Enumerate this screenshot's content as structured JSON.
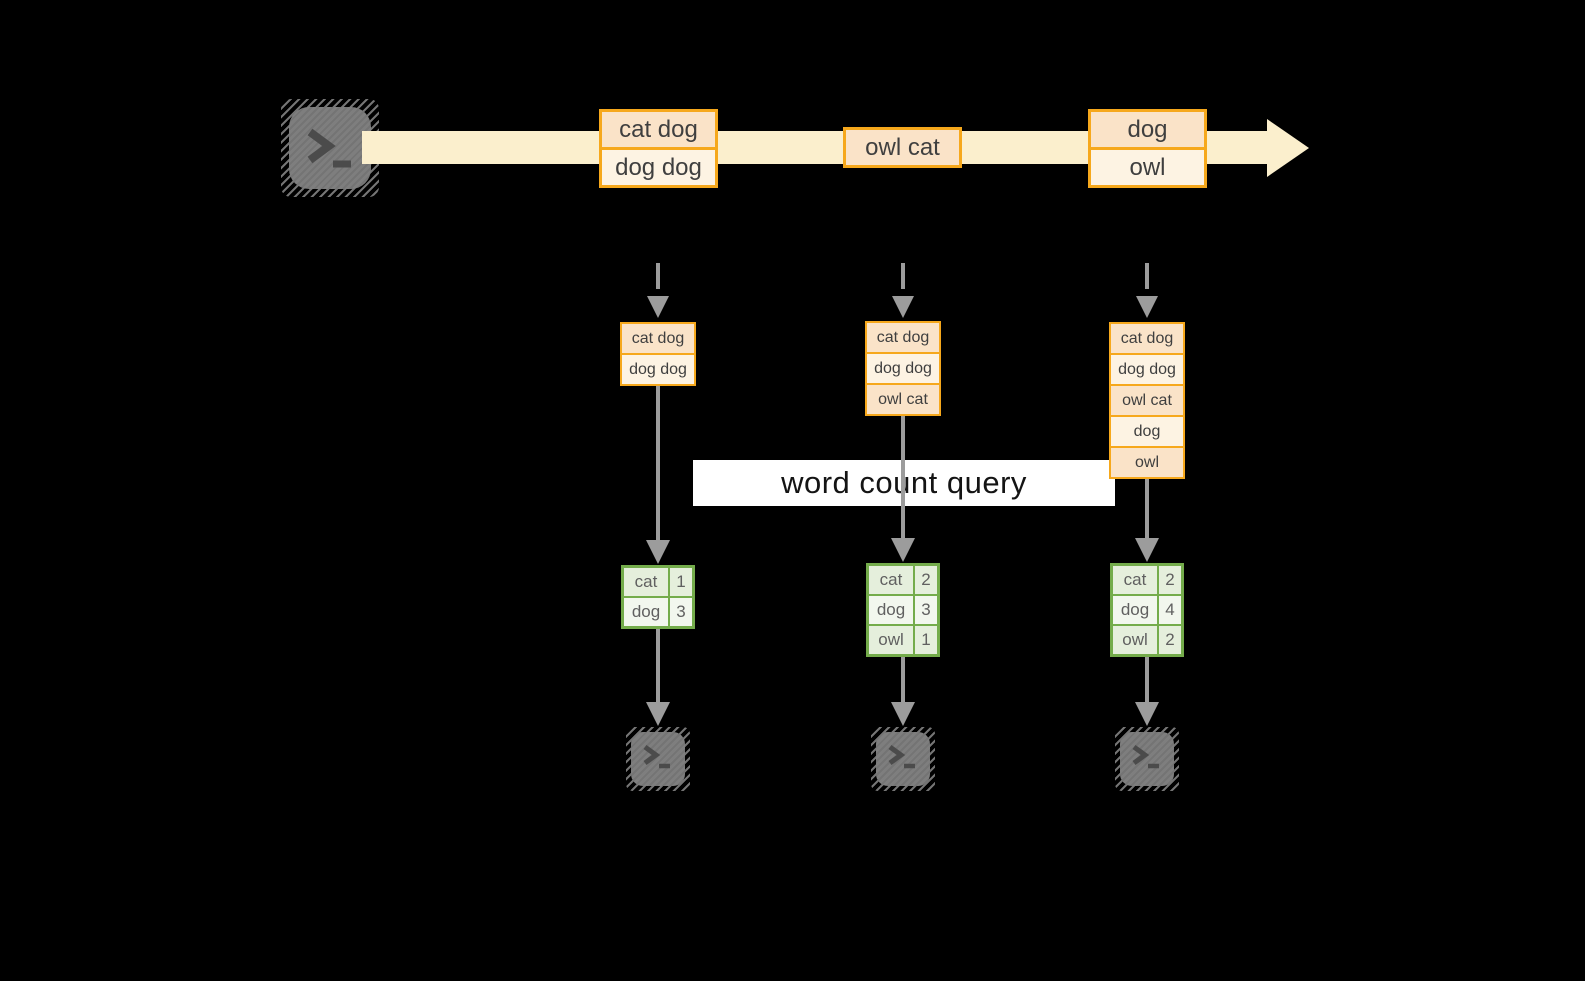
{
  "canvas": {
    "background": "#000000"
  },
  "colors": {
    "background": "#000000",
    "amber": "#F6A81C",
    "peach": "#FAE3C8",
    "cream": "#FDF3E3",
    "stream_band": "#FBEFCD",
    "green": "#74AC4B",
    "green_dark_cell": "#E5EFDC",
    "green_light_cell": "#F2F7EE",
    "arrow_gray": "#9C9C9C",
    "terminal_gray": "#7A7A7A",
    "terminal_glyph_gray": "#4B4B4B",
    "text_dark": "#3F3F3F",
    "count_text": "#606060",
    "query_bg": "#FFFFFF",
    "query_text": "#141414"
  },
  "icons": {
    "source_terminal": "terminal-icon",
    "sink_terminal": "terminal-icon",
    "prompt_glyph": ">_",
    "stream_arrow": "arrow-right-icon",
    "flow_arrow": "arrow-down-icon"
  },
  "stream": {
    "events": [
      {
        "rows": [
          "cat dog",
          "dog dog"
        ]
      },
      {
        "rows": [
          "owl cat"
        ]
      },
      {
        "rows": [
          "dog",
          "owl"
        ]
      }
    ]
  },
  "query": {
    "label": "word count query"
  },
  "columns": [
    {
      "state": [
        "cat dog",
        "dog dog"
      ],
      "counts": [
        {
          "word": "cat",
          "count": 1
        },
        {
          "word": "dog",
          "count": 3
        }
      ]
    },
    {
      "state": [
        "cat dog",
        "dog dog",
        "owl cat"
      ],
      "counts": [
        {
          "word": "cat",
          "count": 2
        },
        {
          "word": "dog",
          "count": 3
        },
        {
          "word": "owl",
          "count": 1
        }
      ]
    },
    {
      "state": [
        "cat dog",
        "dog dog",
        "owl cat",
        "dog",
        "owl"
      ],
      "counts": [
        {
          "word": "cat",
          "count": 2
        },
        {
          "word": "dog",
          "count": 4
        },
        {
          "word": "owl",
          "count": 2
        }
      ]
    }
  ]
}
